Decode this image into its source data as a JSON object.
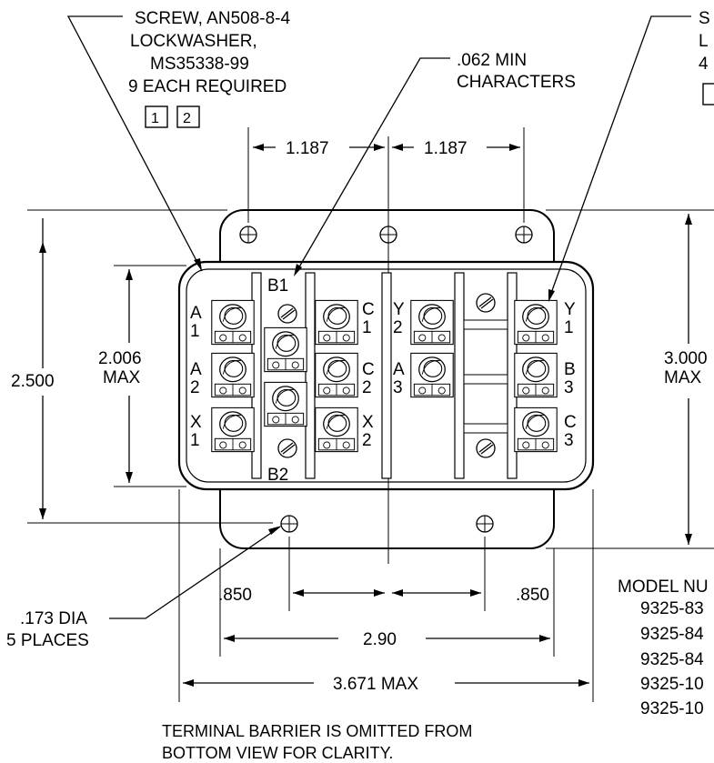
{
  "notes": {
    "screw_lines": [
      "SCREW, AN508-8-4",
      "LOCKWASHER,",
      "MS35338-99",
      "9 EACH REQUIRED"
    ],
    "screw_refs": [
      "1",
      "2"
    ],
    "characters_lines": [
      ".062 MIN",
      "CHARACTERS"
    ],
    "right_partial_lines": [
      "S",
      "L",
      "4"
    ],
    "hole_lines": [
      ".173 DIA",
      "5 PLACES"
    ],
    "barrier_lines": [
      "TERMINAL BARRIER IS OMITTED FROM",
      "BOTTOM VIEW FOR CLARITY."
    ]
  },
  "dimensions": {
    "top_left": "1.187",
    "top_right": "1.187",
    "left_outer": "2.500",
    "left_inner": [
      "2.006",
      "MAX"
    ],
    "right_outer": [
      "3.000",
      "MAX"
    ],
    "bottom_left": ".850",
    "bottom_right": ".850",
    "bottom_mid": "2.90",
    "bottom_overall": "3.671 MAX"
  },
  "terminal_labels": {
    "b1": "B1",
    "b2": "B2",
    "a1": [
      "A",
      "1"
    ],
    "a2": [
      "A",
      "2"
    ],
    "x1": [
      "X",
      "1"
    ],
    "c1": [
      "C",
      "1"
    ],
    "c2": [
      "C",
      "2"
    ],
    "x2": [
      "X",
      "2"
    ],
    "y2": [
      "Y",
      "2"
    ],
    "a3": [
      "A",
      "3"
    ],
    "y1": [
      "Y",
      "1"
    ],
    "b3": [
      "B",
      "3"
    ],
    "c3": [
      "C",
      "3"
    ]
  },
  "model": {
    "header": "MODEL NU",
    "numbers": [
      "9325-83",
      "9325-84",
      "9325-84",
      "9325-10",
      "9325-10"
    ]
  }
}
